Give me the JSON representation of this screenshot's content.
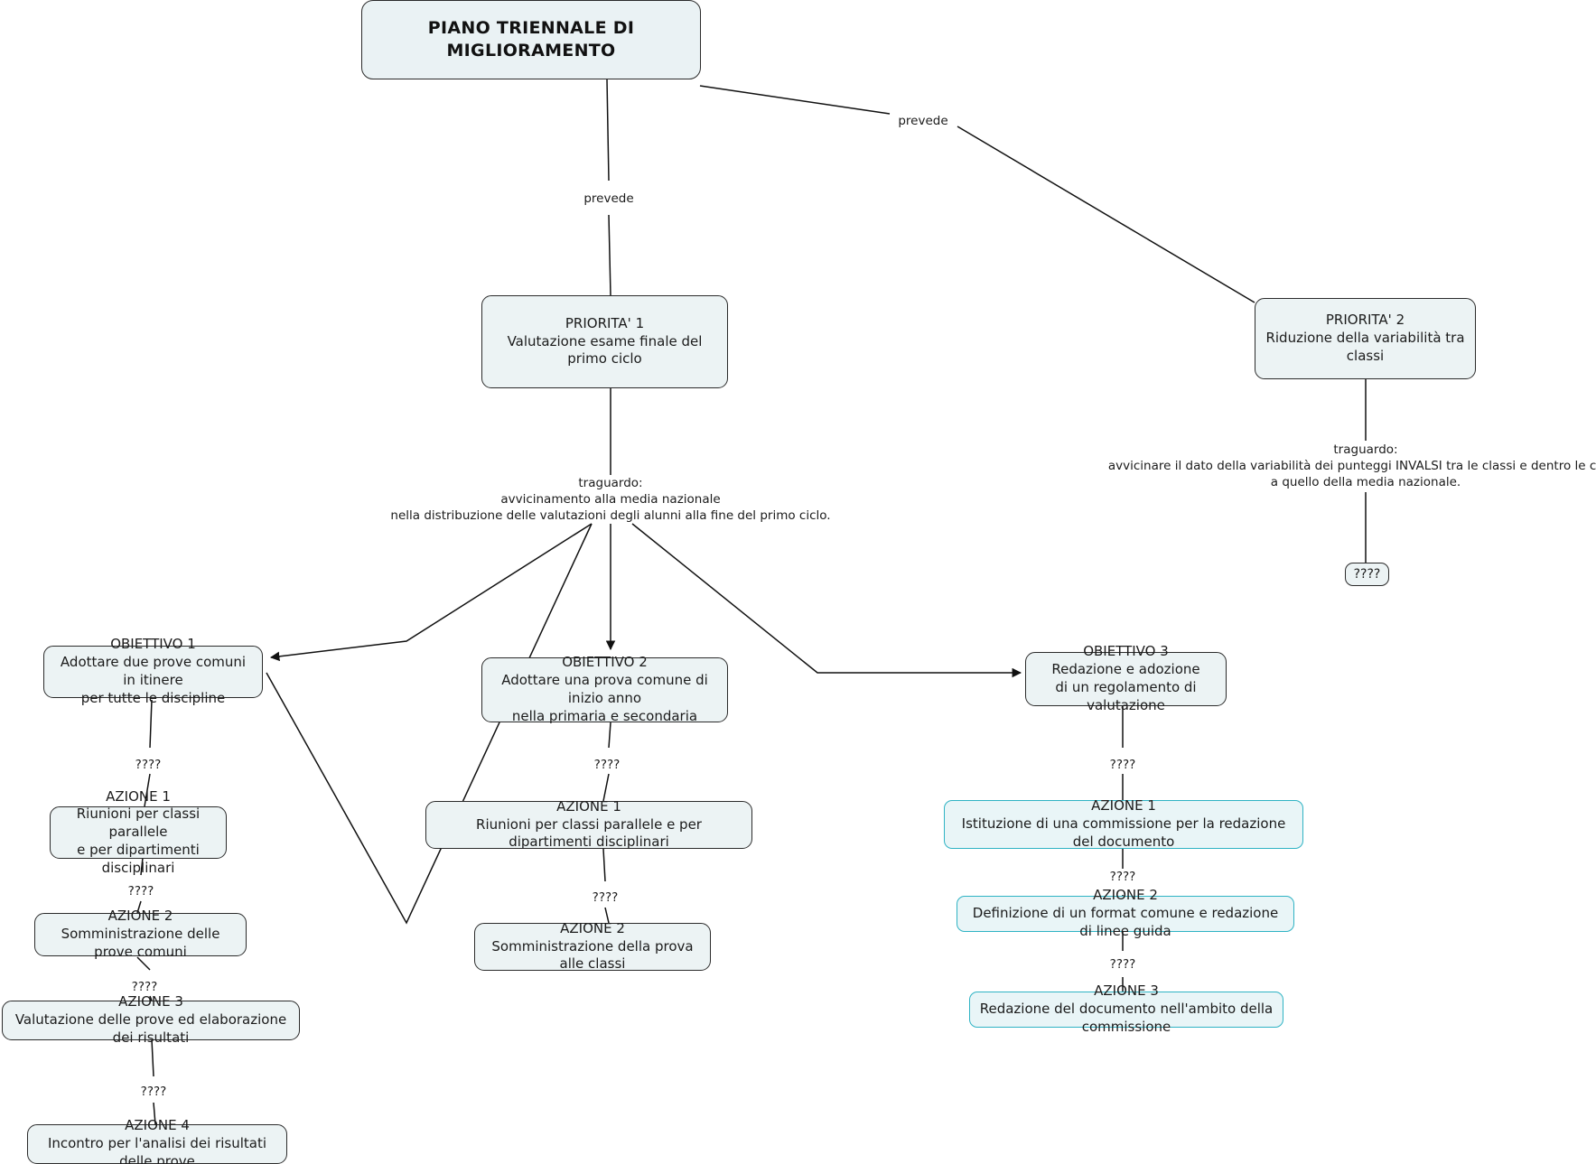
{
  "diagram": {
    "title": "PIANO TRIENNALE DI MIGLIORAMENTO",
    "type": "concept-map",
    "colors": {
      "node_fill": "#ecf3f4",
      "node_border": "#2b2b2b",
      "highlight_border": "#2fb3c4",
      "highlight_fill": "#e9f5f7",
      "background": "#ffffff",
      "text": "#1b1b1b"
    }
  },
  "nodes": {
    "root": {
      "label": "PIANO TRIENNALE DI MIGLIORAMENTO"
    },
    "priorita1": {
      "head": "PRIORITA' 1",
      "line1": "Valutazione esame finale del primo ciclo"
    },
    "priorita2": {
      "head": "PRIORITA' 2",
      "line1": "Riduzione della variabilità tra classi"
    },
    "obiettivo1": {
      "head": "OBIETTIVO 1",
      "line1": "Adottare due prove comuni in itinere",
      "line2": "per tutte le discipline"
    },
    "obiettivo2": {
      "head": "OBIETTIVO 2",
      "line1": "Adottare una prova comune di inizio anno",
      "line2": "nella primaria e secondaria"
    },
    "obiettivo3": {
      "head": "OBIETTIVO 3",
      "line1": "Redazione e adozione",
      "line2": "di un regolamento di valutazione"
    },
    "c1_azione1": {
      "head": "AZIONE 1",
      "line1": "Riunioni per classi parallele",
      "line2": "e per dipartimenti disciplinari"
    },
    "c1_azione2": {
      "head": "AZIONE 2",
      "line1": "Somministrazione delle prove comuni"
    },
    "c1_azione3": {
      "head": "AZIONE 3",
      "line1": "Valutazione delle prove ed elaborazione dei risultati"
    },
    "c1_azione4": {
      "head": "AZIONE 4",
      "line1": "Incontro per l'analisi dei risultati delle prove"
    },
    "c2_azione1": {
      "head": "AZIONE 1",
      "line1": "Riunioni per classi parallele e per dipartimenti disciplinari"
    },
    "c2_azione2": {
      "head": "AZIONE 2",
      "line1": "Somministrazione della prova alle classi"
    },
    "c3_azione1": {
      "head": "AZIONE 1",
      "line1": "Istituzione di una commissione per la redazione del documento"
    },
    "c3_azione2": {
      "head": "AZIONE 2",
      "line1": "Definizione di un format comune e redazione di linee guida"
    },
    "c3_azione3": {
      "head": "AZIONE 3",
      "line1": "Redazione del documento nell'ambito della commissione"
    },
    "unknown_node": {
      "label": "????"
    }
  },
  "edge_labels": {
    "root_to_p1": "prevede",
    "root_to_p2": "prevede",
    "p1_traguardo": "traguardo:\navvicinamento alla media nazionale\nnella distribuzione delle valutazioni degli alunni alla fine del primo ciclo.",
    "p2_traguardo": "traguardo:\navvicinare il dato della variabilità dei punteggi INVALSI tra le classi e dentro le classi\na quello della media nazionale.",
    "unknown": "????"
  },
  "edges": [
    {
      "from": "root",
      "to": "priorita1",
      "label": "prevede"
    },
    {
      "from": "root",
      "to": "priorita2",
      "label": "prevede"
    },
    {
      "from": "priorita1",
      "to": "obiettivo1",
      "label": "traguardo"
    },
    {
      "from": "priorita1",
      "to": "obiettivo2",
      "label": "traguardo"
    },
    {
      "from": "priorita1",
      "to": "obiettivo3",
      "label": "traguardo"
    },
    {
      "from": "priorita2",
      "to": "unknown_node",
      "label": "traguardo"
    },
    {
      "from": "obiettivo1",
      "to": "c1_azione1",
      "label": "????"
    },
    {
      "from": "c1_azione1",
      "to": "c1_azione2",
      "label": "????"
    },
    {
      "from": "c1_azione2",
      "to": "c1_azione3",
      "label": "????"
    },
    {
      "from": "c1_azione3",
      "to": "c1_azione4",
      "label": "????"
    },
    {
      "from": "obiettivo2",
      "to": "c2_azione1",
      "label": "????"
    },
    {
      "from": "c2_azione1",
      "to": "c2_azione2",
      "label": "????"
    },
    {
      "from": "obiettivo3",
      "to": "c3_azione1",
      "label": "????"
    },
    {
      "from": "c3_azione1",
      "to": "c3_azione2",
      "label": "????"
    },
    {
      "from": "c3_azione2",
      "to": "c3_azione3",
      "label": "????"
    }
  ]
}
